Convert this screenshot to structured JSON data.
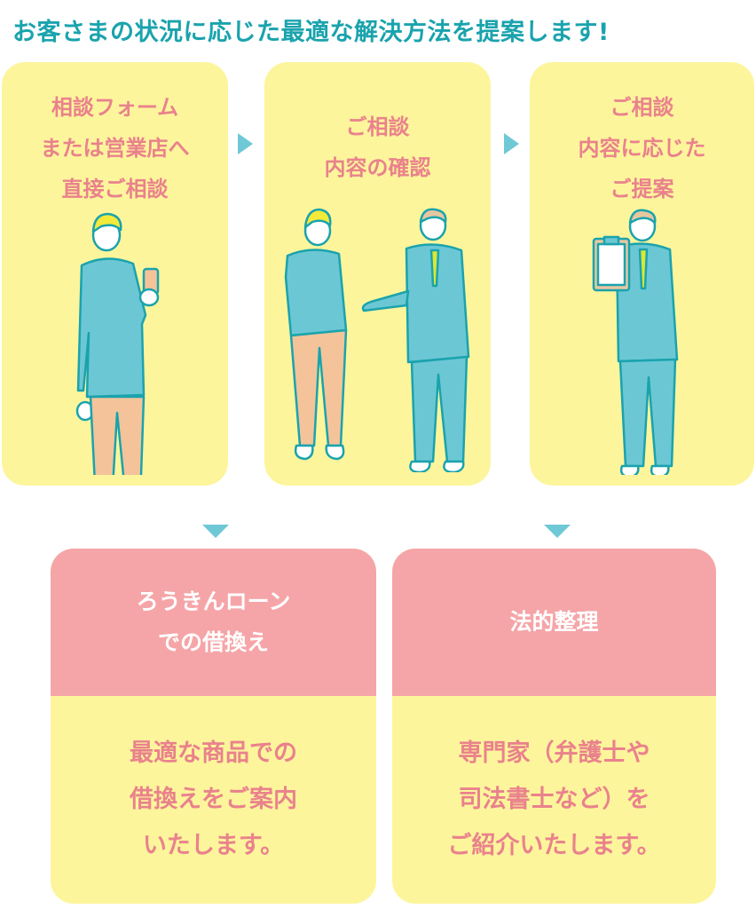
{
  "title": "お客さまの状況に応じた最適な解決方法を提案します!",
  "colors": {
    "title": "#1aa3ad",
    "step_bg": "#fdf59c",
    "step_text": "#e9828c",
    "result_head_bg": "#f5a5a8",
    "result_head_text": "#ffffff",
    "arrow": "#6fc8d6"
  },
  "steps": [
    {
      "lines": [
        "相談フォーム",
        "または営業店へ",
        "直接ご相談"
      ],
      "illustration": "person-with-smartphone"
    },
    {
      "lines": [
        "ご相談",
        "内容の確認"
      ],
      "illustration": "customer-and-staff-talking"
    },
    {
      "lines": [
        "ご相談",
        "内容に応じた",
        "ご提案"
      ],
      "illustration": "staff-presenting-document"
    }
  ],
  "results": [
    {
      "heading": [
        "ろうきんローン",
        "での借換え"
      ],
      "body": [
        "最適な商品での",
        "借換えをご案内",
        "いたします。"
      ]
    },
    {
      "heading": [
        "法的整理"
      ],
      "body": [
        "専門家（弁護士や",
        "司法書士など）を",
        "ご紹介いたします。"
      ]
    }
  ]
}
